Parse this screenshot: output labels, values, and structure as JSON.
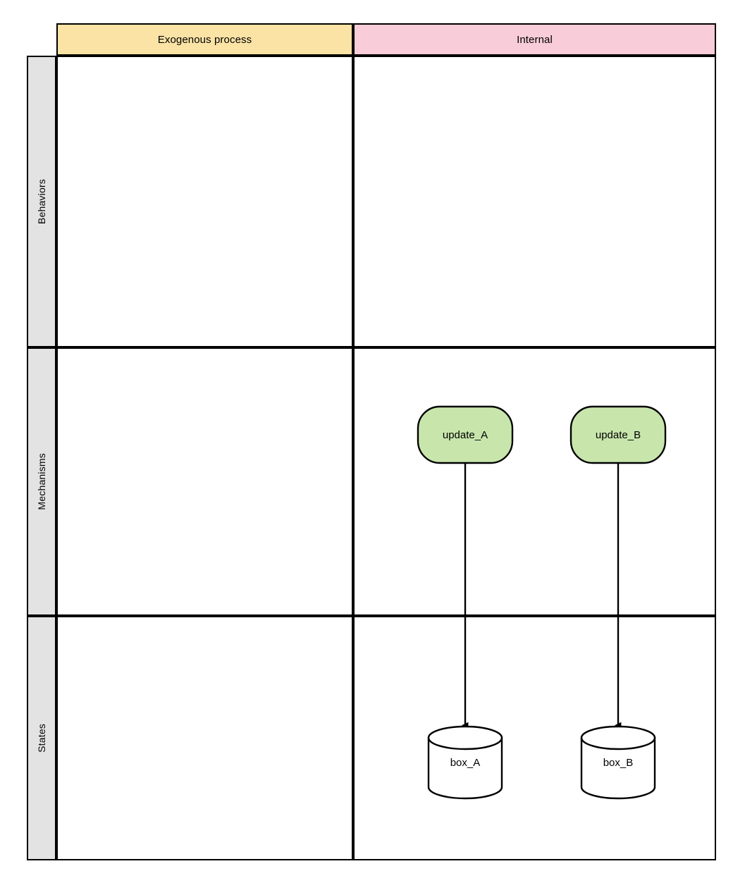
{
  "diagram": {
    "title_columns": [
      {
        "id": "exogenous",
        "label": "Exogenous process",
        "color": "#fbe3a5"
      },
      {
        "id": "internal",
        "label": "Internal",
        "color": "#f9ccd9"
      }
    ],
    "row_labels": [
      {
        "id": "behaviors",
        "label": "Behaviors"
      },
      {
        "id": "mechanisms",
        "label": "Mechanisms"
      },
      {
        "id": "states",
        "label": "States"
      }
    ],
    "nodes": [
      {
        "id": "update_A",
        "label": "update_A",
        "shape": "rounded-rectangle",
        "fill": "#c8e6ac",
        "stroke": "#000000",
        "row": "mechanisms",
        "column": "internal"
      },
      {
        "id": "update_B",
        "label": "update_B",
        "shape": "rounded-rectangle",
        "fill": "#c8e6ac",
        "stroke": "#000000",
        "row": "mechanisms",
        "column": "internal"
      },
      {
        "id": "box_A",
        "label": "box_A",
        "shape": "cylinder",
        "fill": "#ffffff",
        "stroke": "#000000",
        "row": "states",
        "column": "internal"
      },
      {
        "id": "box_B",
        "label": "box_B",
        "shape": "cylinder",
        "fill": "#ffffff",
        "stroke": "#000000",
        "row": "states",
        "column": "internal"
      }
    ],
    "edges": [
      {
        "id": "edge_update_A_box_A",
        "from": "update_A",
        "to": "box_A",
        "label": "",
        "arrow": "filled-triangle"
      },
      {
        "id": "edge_update_B_box_B",
        "from": "update_B",
        "to": "box_B",
        "label": "",
        "arrow": "filled-triangle"
      }
    ],
    "colors": {
      "background": "#ffffff",
      "grid_stroke": "#000000",
      "row_label_fill": "#e3e3e3",
      "header_exogenous": "#fbe3a5",
      "header_internal": "#f9ccd9",
      "node_green": "#c8e6ac"
    }
  }
}
